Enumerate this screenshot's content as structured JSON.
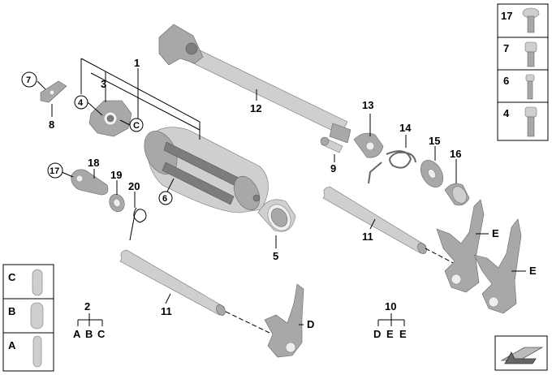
{
  "callouts": {
    "p1": "1",
    "p2": "2",
    "p3": "3",
    "p4": "4",
    "p5": "5",
    "p6": "6",
    "p7": "7",
    "p8": "8",
    "p9": "9",
    "p10": "10",
    "p11a": "11",
    "p11b": "11",
    "p12": "12",
    "p13": "13",
    "p14": "14",
    "p15": "15",
    "p16": "16",
    "p17": "17",
    "p18": "18",
    "p19": "19",
    "p20": "20",
    "pC": "C",
    "pD": "D",
    "pE1": "E",
    "pE2": "E"
  },
  "group_labels": {
    "g2": [
      "A",
      "B",
      "C"
    ],
    "g10": [
      "D",
      "E",
      "E"
    ]
  },
  "screw_legend": {
    "items": [
      {
        "label": "17",
        "icon": "torx-pan-screw-icon"
      },
      {
        "label": "7",
        "icon": "socket-cap-screw-icon"
      },
      {
        "label": "6",
        "icon": "long-socket-screw-icon"
      },
      {
        "label": "4",
        "icon": "socket-cap-screw-icon"
      }
    ]
  },
  "pin_legend": {
    "items": [
      {
        "label": "C",
        "icon": "pin-icon"
      },
      {
        "label": "B",
        "icon": "pin-icon"
      },
      {
        "label": "A",
        "icon": "pin-icon"
      }
    ]
  },
  "icons": {
    "view_arrow": "view-direction-arrow-icon"
  }
}
